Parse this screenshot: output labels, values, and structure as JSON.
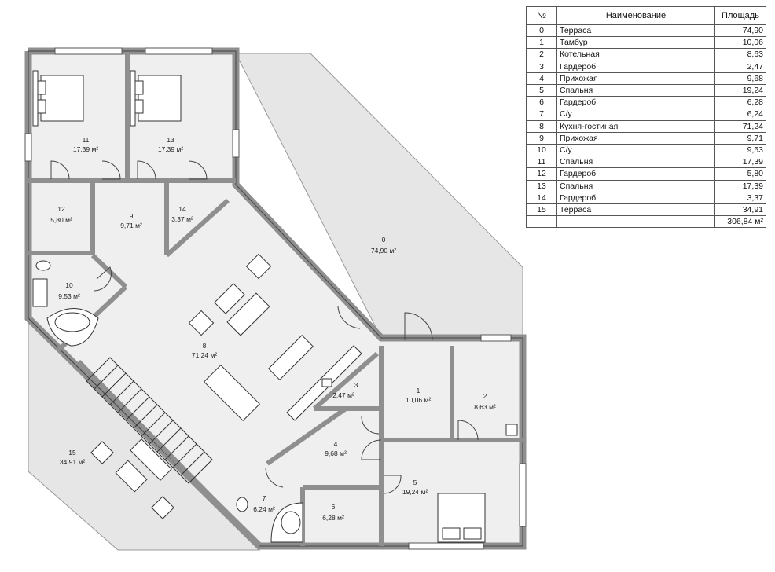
{
  "colors": {
    "wall": "#8f8f8f",
    "floor": "#efefef",
    "terrace": "#e6e6e6",
    "line": "#333333",
    "bg": "#ffffff"
  },
  "table": {
    "headers": {
      "num": "№",
      "name": "Наименование",
      "area": "Площадь"
    },
    "rows": [
      {
        "num": "0",
        "name": "Терраса",
        "area": "74,90"
      },
      {
        "num": "1",
        "name": "Тамбур",
        "area": "10,06"
      },
      {
        "num": "2",
        "name": "Котельная",
        "area": "8,63"
      },
      {
        "num": "3",
        "name": "Гардероб",
        "area": "2,47"
      },
      {
        "num": "4",
        "name": "Прихожая",
        "area": "9,68"
      },
      {
        "num": "5",
        "name": "Спальня",
        "area": "19,24"
      },
      {
        "num": "6",
        "name": "Гардероб",
        "area": "6,28"
      },
      {
        "num": "7",
        "name": "С/у",
        "area": "6,24"
      },
      {
        "num": "8",
        "name": "Кухня-гостиная",
        "area": "71,24"
      },
      {
        "num": "9",
        "name": "Прихожая",
        "area": "9,71"
      },
      {
        "num": "10",
        "name": "С/у",
        "area": "9,53"
      },
      {
        "num": "11",
        "name": "Спальня",
        "area": "17,39"
      },
      {
        "num": "12",
        "name": "Гардероб",
        "area": "5,80"
      },
      {
        "num": "13",
        "name": "Спальня",
        "area": "17,39"
      },
      {
        "num": "14",
        "name": "Гардероб",
        "area": "3,37"
      },
      {
        "num": "15",
        "name": "Терраса",
        "area": "34,91"
      }
    ],
    "total": "306,84 м²"
  },
  "plan": {
    "room_labels": [
      {
        "num": "0",
        "area": "74,90 м²"
      },
      {
        "num": "1",
        "area": "10,06 м²"
      },
      {
        "num": "2",
        "area": "8,63 м²"
      },
      {
        "num": "3",
        "area": "2,47 м²"
      },
      {
        "num": "4",
        "area": "9,68 м²"
      },
      {
        "num": "5",
        "area": "19,24 м²"
      },
      {
        "num": "6",
        "area": "6,28 м²"
      },
      {
        "num": "7",
        "area": "6,24 м²"
      },
      {
        "num": "8",
        "area": "71,24 м²"
      },
      {
        "num": "9",
        "area": "9,71 м²"
      },
      {
        "num": "10",
        "area": "9,53 м²"
      },
      {
        "num": "11",
        "area": "17,39 м²"
      },
      {
        "num": "12",
        "area": "5,80 м²"
      },
      {
        "num": "13",
        "area": "17,39 м²"
      },
      {
        "num": "14",
        "area": "3,37 м²"
      },
      {
        "num": "15",
        "area": "34,91 м²"
      }
    ]
  }
}
